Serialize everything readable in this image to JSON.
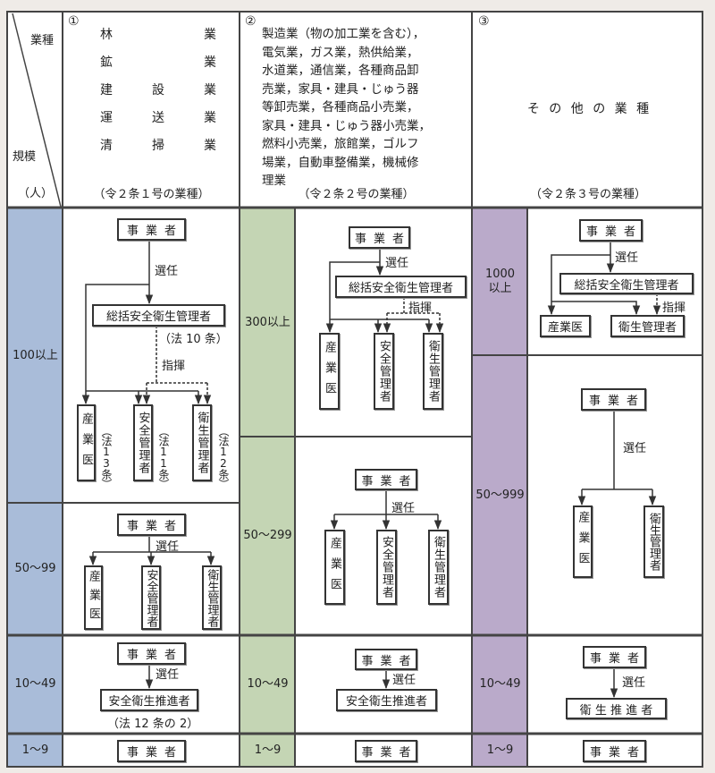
{
  "header": {
    "corner": {
      "top": "業種",
      "bottom": "規模",
      "unit": "（人）"
    },
    "col1": {
      "num": "①",
      "industries": [
        [
          "林",
          "",
          "業"
        ],
        [
          "鉱",
          "",
          "業"
        ],
        [
          "建",
          "設",
          "業"
        ],
        [
          "運",
          "送",
          "業"
        ],
        [
          "清",
          "掃",
          "業"
        ]
      ],
      "footer": "（令２条１号の業種）"
    },
    "col2": {
      "num": "②",
      "lines": [
        "製造業（物の加工業を含む），",
        "電気業，ガス業，熱供給業，",
        "水道業，通信業，各種商品卸",
        "売業，家具・建具・じゅう器",
        "等卸売業，各種商品小売業，",
        "家具・建具・じゅう器小売業，",
        "燃料小売業，旅館業，ゴルフ",
        "場業，自動車整備業，機械修",
        "理業"
      ],
      "footer": "（令２条２号の業種）"
    },
    "col3": {
      "num": "③",
      "title": "そ の 他 の 業 種",
      "footer": "（令２条３号の業種）"
    }
  },
  "colors": {
    "col1_label": "#a9bcd9",
    "col2_label": "#c4d5b4",
    "col3_label": "#baaaca"
  },
  "terms": {
    "employer": "事業者",
    "appoint": "選任",
    "direct": "指揮",
    "general_manager": "総括安全衛生管理者",
    "doctor": "産業医",
    "safety_manager": "安全管理者",
    "health_manager": "衛生管理者",
    "safety_health_promoter": "安全衛生推進者",
    "health_promoter": "衛 生 推 進 者"
  },
  "col1": {
    "rows": [
      "100以上",
      "50～99",
      "10～49",
      "1～9"
    ],
    "law10": "（法 10 条）",
    "law13": "（法13条）",
    "law11": "（法11条）",
    "law12": "（法12条）",
    "law12_2": "（法 12 条の 2）"
  },
  "col2": {
    "rows": [
      "300以上",
      "50～299",
      "10～49",
      "1～9"
    ]
  },
  "col3": {
    "rows": [
      "1000\n以上",
      "50～999",
      "10～49",
      "1～9"
    ]
  }
}
